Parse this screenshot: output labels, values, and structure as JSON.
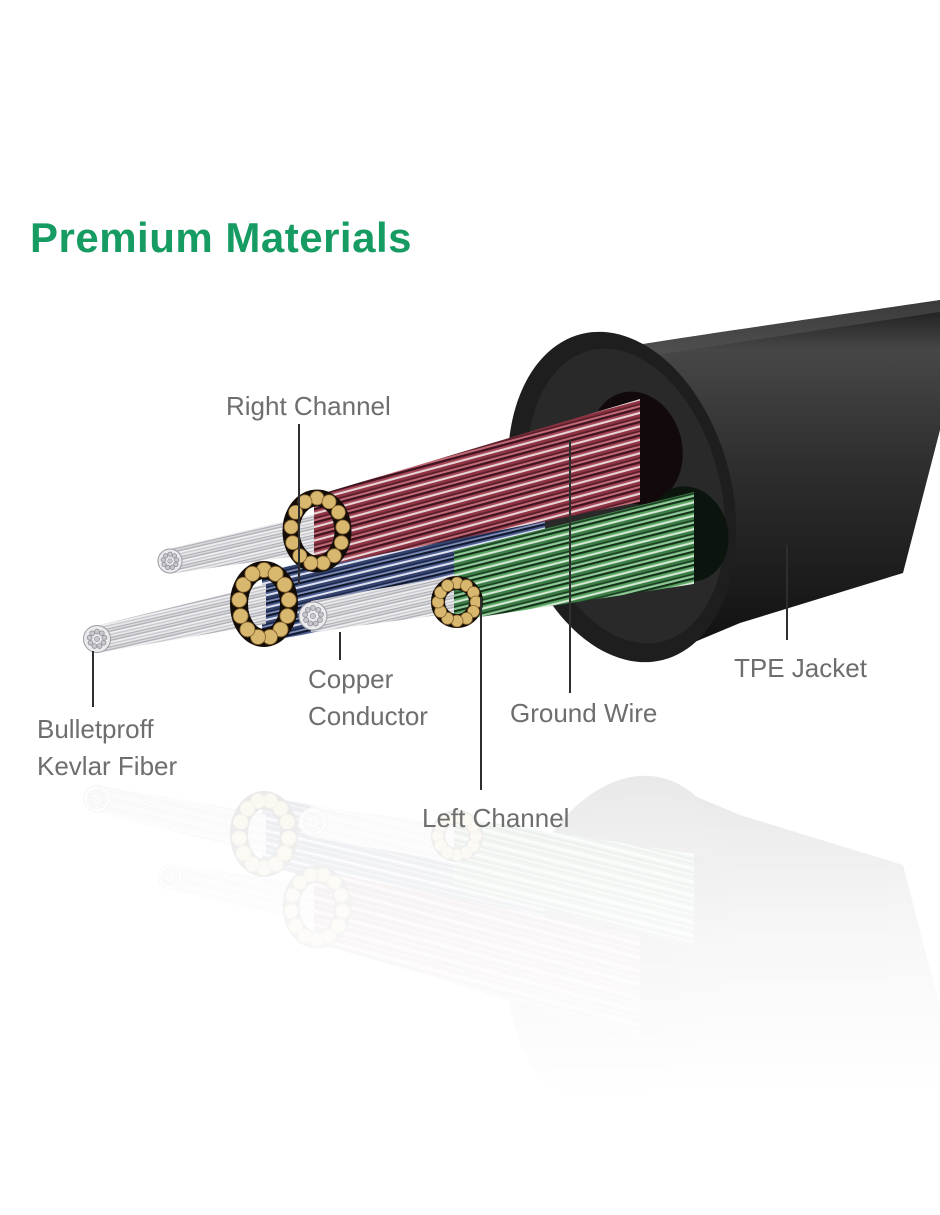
{
  "page": {
    "background": "#ffffff"
  },
  "title": {
    "text": "Premium Materials",
    "color": "#169c62"
  },
  "diagram": {
    "labels": {
      "right_channel": "Right Channel",
      "copper_conductor": "Copper\nConductor",
      "bulletproof_kevlar": "Bulletproff\nKevlar Fiber",
      "ground_wire": "Ground Wire",
      "left_channel": "Left Channel",
      "tpe_jacket": "TPE Jacket"
    },
    "label_color": "#6e6e6e",
    "leader_line_color": "#2e2e2e",
    "part_colors": {
      "tpe_jacket": "#262626",
      "copper_conductor": "#d8b76e",
      "right_channel_insulation": "#8f3342",
      "left_channel_insulation": "#3a7d44",
      "ground_blue_insulation": "#2b3a61",
      "kevlar_fiber": "#d3d3d7"
    }
  }
}
